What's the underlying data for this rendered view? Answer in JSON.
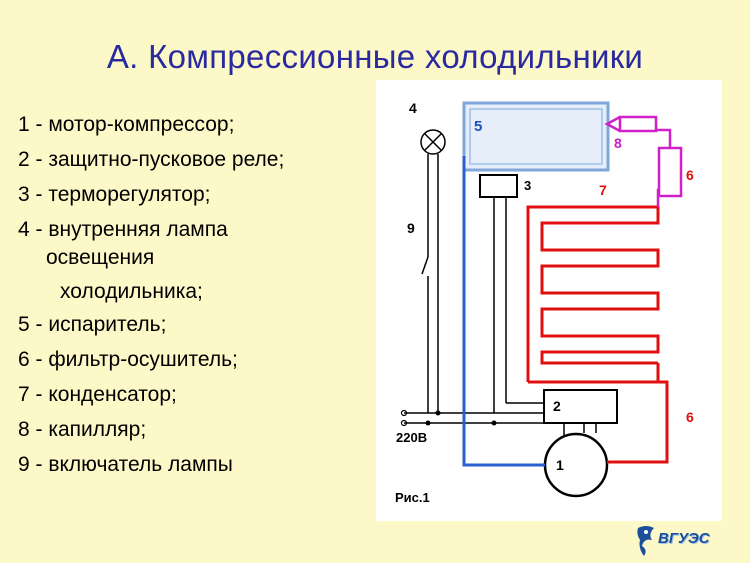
{
  "title": "А. Компрессионные холодильники",
  "legend": [
    "1 - мотор-компрессор;",
    "2 - защитно-пусковое реле;",
    "3 - терморегулятор;",
    "4 - внутренняя лампа",
    "освещения",
    "холодильника;",
    "5 - испаритель;",
    "6 - фильтр-осушитель;",
    "7 - конденсатор;",
    "8 - капилляр;",
    "9 - включатель лампы"
  ],
  "diagram": {
    "labels": {
      "lamp": "4",
      "switch": "9",
      "evaporator": "5",
      "thermostat": "3",
      "capillary": "8",
      "filter_top": "6",
      "condenser": "7",
      "relay": "2",
      "filter_bottom": "6",
      "compressor": "1",
      "voltage": "220В",
      "caption": "Рис.1"
    },
    "colors": {
      "wire": "#000000",
      "suction_line": "#2a5fd0",
      "discharge_line": "#e01010",
      "capillary_line": "#d020c8",
      "evaporator_fill": "#e6eefa",
      "label_blue": "#1f4fbf",
      "label_red": "#e01010",
      "label_magenta": "#c81ec8"
    }
  },
  "logo": {
    "text": "ВГУЭС",
    "icon": "vguies-logo-icon"
  }
}
